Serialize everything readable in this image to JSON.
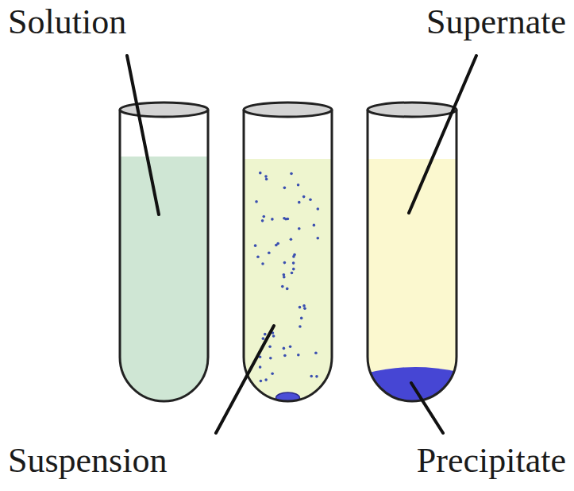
{
  "diagram": {
    "labels": [
      "Solution",
      "Supernate",
      "Suspension",
      "Precipitate"
    ]
  }
}
